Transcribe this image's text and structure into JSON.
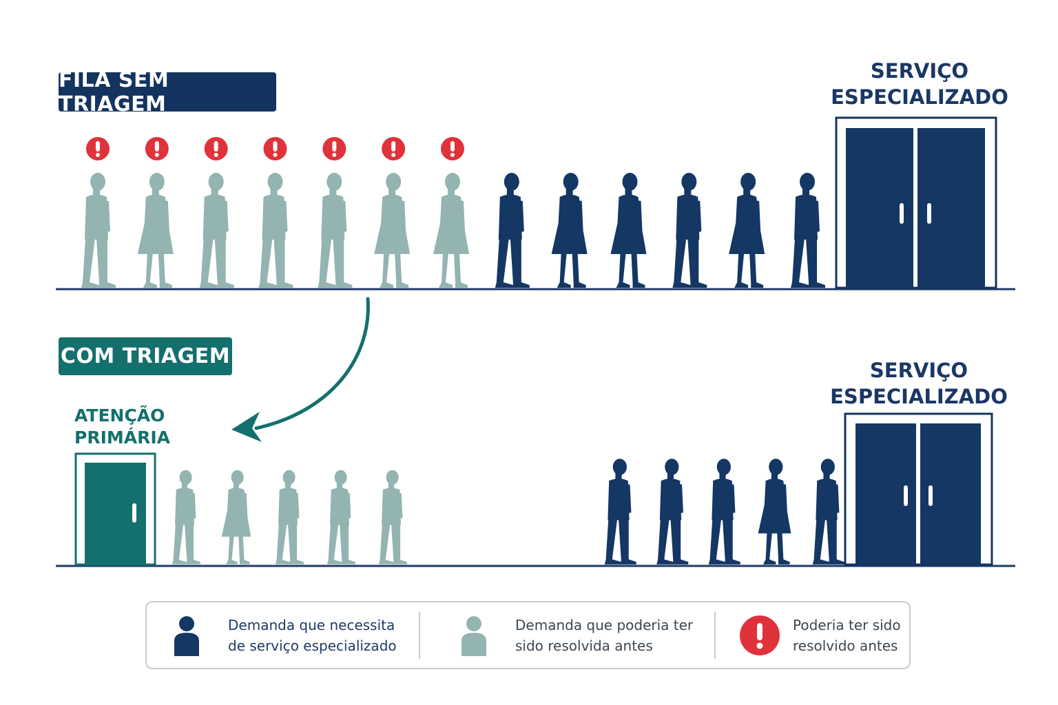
{
  "colors": {
    "navy": "#143764",
    "light": "#93b4b1",
    "teal": "#13706c",
    "alert": "#e0323a",
    "line": "#1d3a66"
  },
  "top_section": {
    "badge": "FILA SEM TRIAGEM",
    "service": {
      "line1": "SERVIÇO",
      "line2": "ESPECIALIZADO"
    },
    "queue": [
      {
        "kind": "light",
        "gender": "male",
        "alert": true
      },
      {
        "kind": "light",
        "gender": "female",
        "alert": true
      },
      {
        "kind": "light",
        "gender": "male",
        "alert": true
      },
      {
        "kind": "light",
        "gender": "male",
        "alert": true
      },
      {
        "kind": "light",
        "gender": "male",
        "alert": true
      },
      {
        "kind": "light",
        "gender": "female",
        "alert": true
      },
      {
        "kind": "light",
        "gender": "female",
        "alert": true
      },
      {
        "kind": "navy",
        "gender": "male",
        "alert": false
      },
      {
        "kind": "navy",
        "gender": "female",
        "alert": false
      },
      {
        "kind": "navy",
        "gender": "female",
        "alert": false
      },
      {
        "kind": "navy",
        "gender": "male",
        "alert": false
      },
      {
        "kind": "navy",
        "gender": "female",
        "alert": false
      },
      {
        "kind": "navy",
        "gender": "male",
        "alert": false
      }
    ]
  },
  "bottom_section": {
    "badge": "COM TRIAGEM",
    "primary_care": {
      "line1": "ATENÇÃO",
      "line2": "PRIMÁRIA"
    },
    "service": {
      "line1": "SERVIÇO",
      "line2": "ESPECIALIZADO"
    },
    "primary_queue": [
      {
        "kind": "light",
        "gender": "male"
      },
      {
        "kind": "light",
        "gender": "female"
      },
      {
        "kind": "light",
        "gender": "male"
      },
      {
        "kind": "light",
        "gender": "male"
      },
      {
        "kind": "light",
        "gender": "male"
      }
    ],
    "specialist_queue": [
      {
        "kind": "navy",
        "gender": "male"
      },
      {
        "kind": "navy",
        "gender": "male"
      },
      {
        "kind": "navy",
        "gender": "male"
      },
      {
        "kind": "navy",
        "gender": "female"
      },
      {
        "kind": "navy",
        "gender": "male"
      }
    ]
  },
  "legend": {
    "items": [
      {
        "icon": "navy-person-icon",
        "line1": "Demanda que necessita",
        "line2": "de serviço especializado"
      },
      {
        "icon": "light-person-icon",
        "line1": "Demanda que poderia ter",
        "line2": "sido resolvida antes"
      },
      {
        "icon": "alert-icon",
        "line1": "Poderia ter sido",
        "line2": "resolvido antes"
      }
    ]
  }
}
